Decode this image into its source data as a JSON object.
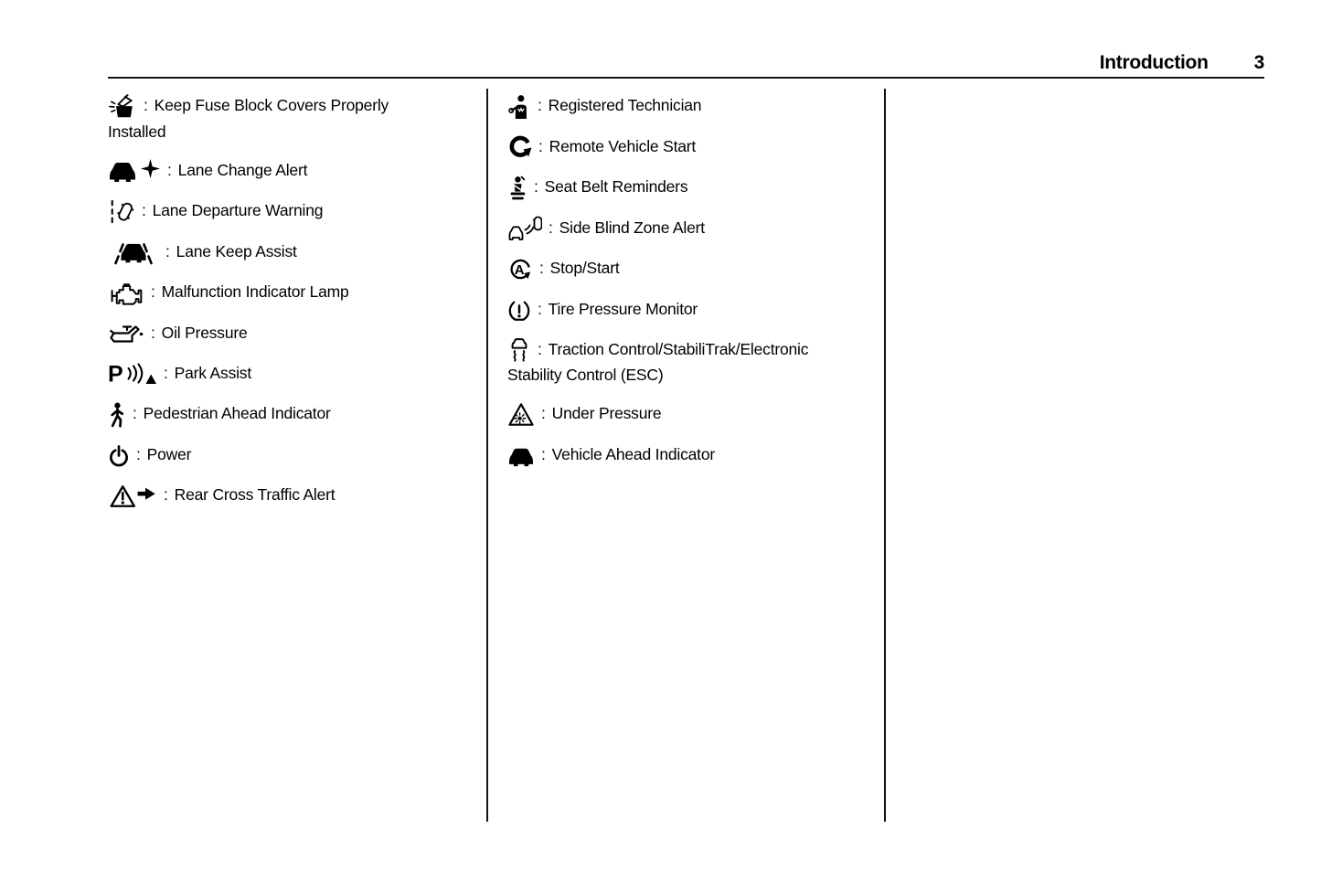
{
  "header": {
    "title": "Introduction",
    "page_number": "3"
  },
  "separator": ":",
  "colors": {
    "text": "#000000",
    "rule": "#141414",
    "background": "#ffffff"
  },
  "columns": {
    "left": [
      {
        "icon": "fuse-block-cover-icon",
        "label": "Keep Fuse Block Covers Properly Installed"
      },
      {
        "icon": "lane-change-alert-icon",
        "label": "Lane Change Alert"
      },
      {
        "icon": "lane-departure-warning-icon",
        "label": "Lane Departure Warning"
      },
      {
        "icon": "lane-keep-assist-icon",
        "label": "Lane Keep Assist"
      },
      {
        "icon": "malfunction-indicator-lamp-icon",
        "label": "Malfunction Indicator Lamp"
      },
      {
        "icon": "oil-pressure-icon",
        "label": "Oil Pressure"
      },
      {
        "icon": "park-assist-icon",
        "label": "Park Assist"
      },
      {
        "icon": "pedestrian-ahead-icon",
        "label": "Pedestrian Ahead Indicator"
      },
      {
        "icon": "power-icon",
        "label": "Power"
      },
      {
        "icon": "rear-cross-traffic-alert-icon",
        "label": "Rear Cross Traffic Alert"
      }
    ],
    "middle": [
      {
        "icon": "registered-technician-icon",
        "label": "Registered Technician"
      },
      {
        "icon": "remote-vehicle-start-icon",
        "label": "Remote Vehicle Start"
      },
      {
        "icon": "seat-belt-reminder-icon",
        "label": "Seat Belt Reminders"
      },
      {
        "icon": "side-blind-zone-alert-icon",
        "label": "Side Blind Zone Alert"
      },
      {
        "icon": "stop-start-icon",
        "label": "Stop/Start"
      },
      {
        "icon": "tire-pressure-monitor-icon",
        "label": "Tire Pressure Monitor"
      },
      {
        "icon": "traction-control-icon",
        "label": "Traction Control/StabiliTrak/Electronic Stability Control (ESC)"
      },
      {
        "icon": "under-pressure-icon",
        "label": "Under Pressure"
      },
      {
        "icon": "vehicle-ahead-indicator-icon",
        "label": "Vehicle Ahead Indicator"
      }
    ]
  }
}
